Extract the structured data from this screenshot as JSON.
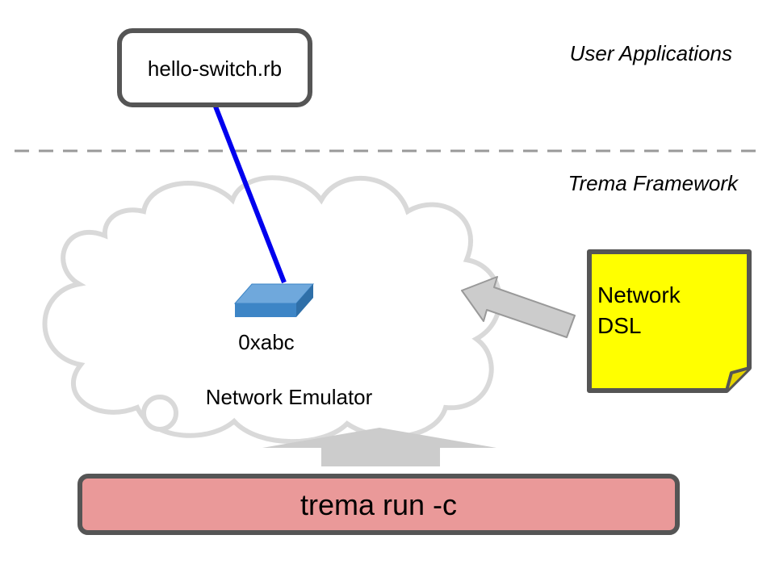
{
  "layers": {
    "top_label": "User Applications",
    "bottom_label": "Trema Framework"
  },
  "app_box": {
    "label": "hello-switch.rb"
  },
  "switch": {
    "label": "0xabc"
  },
  "emulator": {
    "label": "Network Emulator"
  },
  "dsl_note": {
    "line1": "Network",
    "line2": "DSL"
  },
  "command_bar": {
    "label": "trema run -c"
  },
  "colors": {
    "box_border": "#555555",
    "connector": "#0000ee",
    "cloud_stroke": "#d9d9d9",
    "arrow_fill": "#cccccc",
    "arrow_stroke": "#999999",
    "note_fill": "#ffff00",
    "note_border": "#555555",
    "bar_fill": "#ea9999",
    "switch_top": "#6fa8dc",
    "switch_front": "#3d85c6",
    "dashed_divider": "#999999"
  }
}
